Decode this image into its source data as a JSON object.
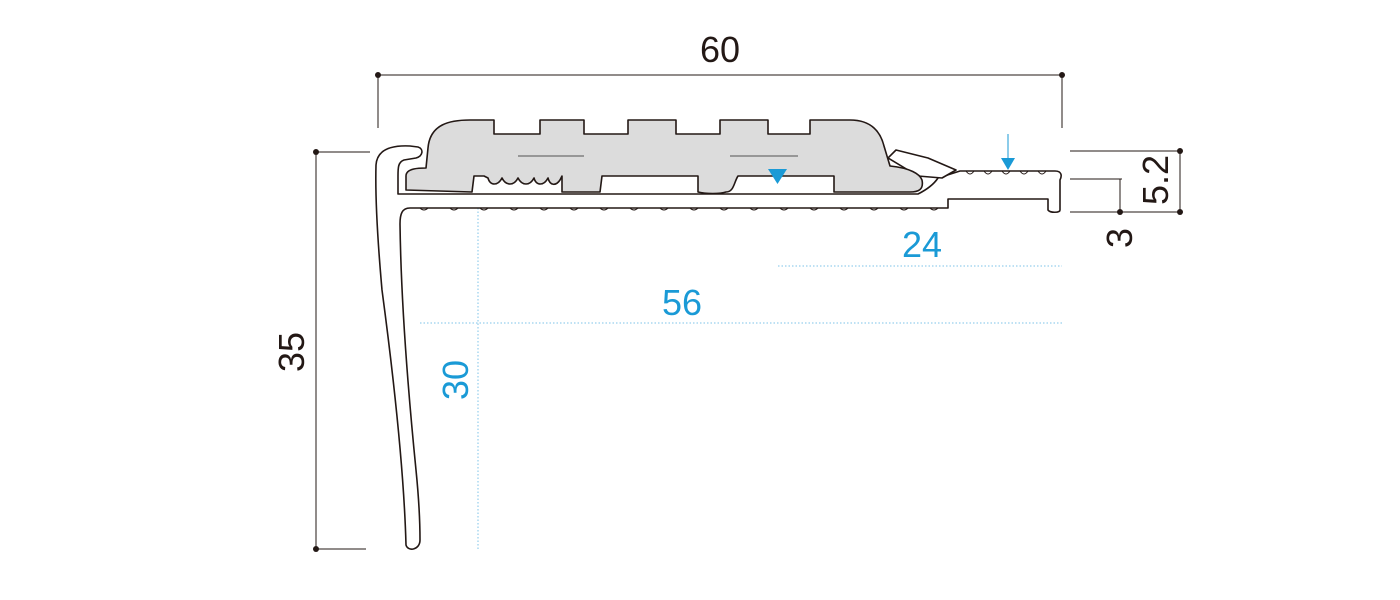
{
  "dimensions": {
    "overall_width": "60",
    "overall_height": "35",
    "tread_depth": "5.2",
    "lip_thickness": "3",
    "insert_width": "24",
    "tread_width": "56",
    "nose_height": "30"
  },
  "colors": {
    "dimension_black": "#231815",
    "dimension_blue": "#1a9ad6",
    "insert_fill": "#dcdcdc"
  }
}
